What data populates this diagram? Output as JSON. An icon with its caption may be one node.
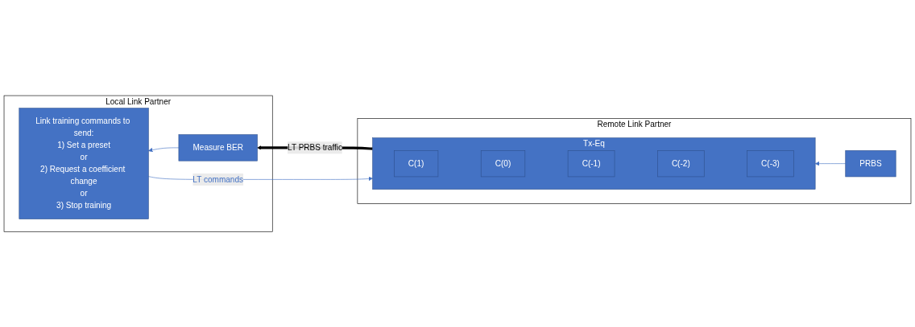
{
  "diagram": {
    "nodes": [
      {
        "text": [
          "Local Link Partner"
        ]
      },
      {
        "text": [
          "Link training commands to send:",
          "1) Set a preset",
          "or",
          "2) Request a coefficient change",
          "or",
          "3) Stop training"
        ],
        "in": 0
      },
      {
        "text": [
          "Measure BER"
        ],
        "in": 0
      },
      {
        "text": [
          "Remote Link Partner"
        ]
      },
      {
        "text": [
          "Tx-Eq"
        ],
        "in": 3
      },
      {
        "text": [
          "C(-3)"
        ],
        "in": 4
      },
      {
        "text": [
          "C(-2)"
        ],
        "in": 4
      },
      {
        "text": [
          "C(-1)"
        ],
        "in": 4
      },
      {
        "text": [
          "C(0)"
        ],
        "in": 4
      },
      {
        "text": [
          "C(1)"
        ],
        "in": 4
      },
      {
        "text": [
          "PRBS"
        ],
        "in": 3
      }
    ],
    "edges": [
      {
        "from": 10,
        "to": 4,
        "arrow": "to"
      },
      {
        "from": 4,
        "to": 2,
        "arrow": "to",
        "label": "LT PRBS traffic",
        "style": "thick",
        "color": "#000000"
      },
      {
        "from": 2,
        "to": 1,
        "arrow": "to"
      },
      {
        "from": 1,
        "to": 4,
        "arrow": "to",
        "label": "LT commands"
      }
    ]
  }
}
